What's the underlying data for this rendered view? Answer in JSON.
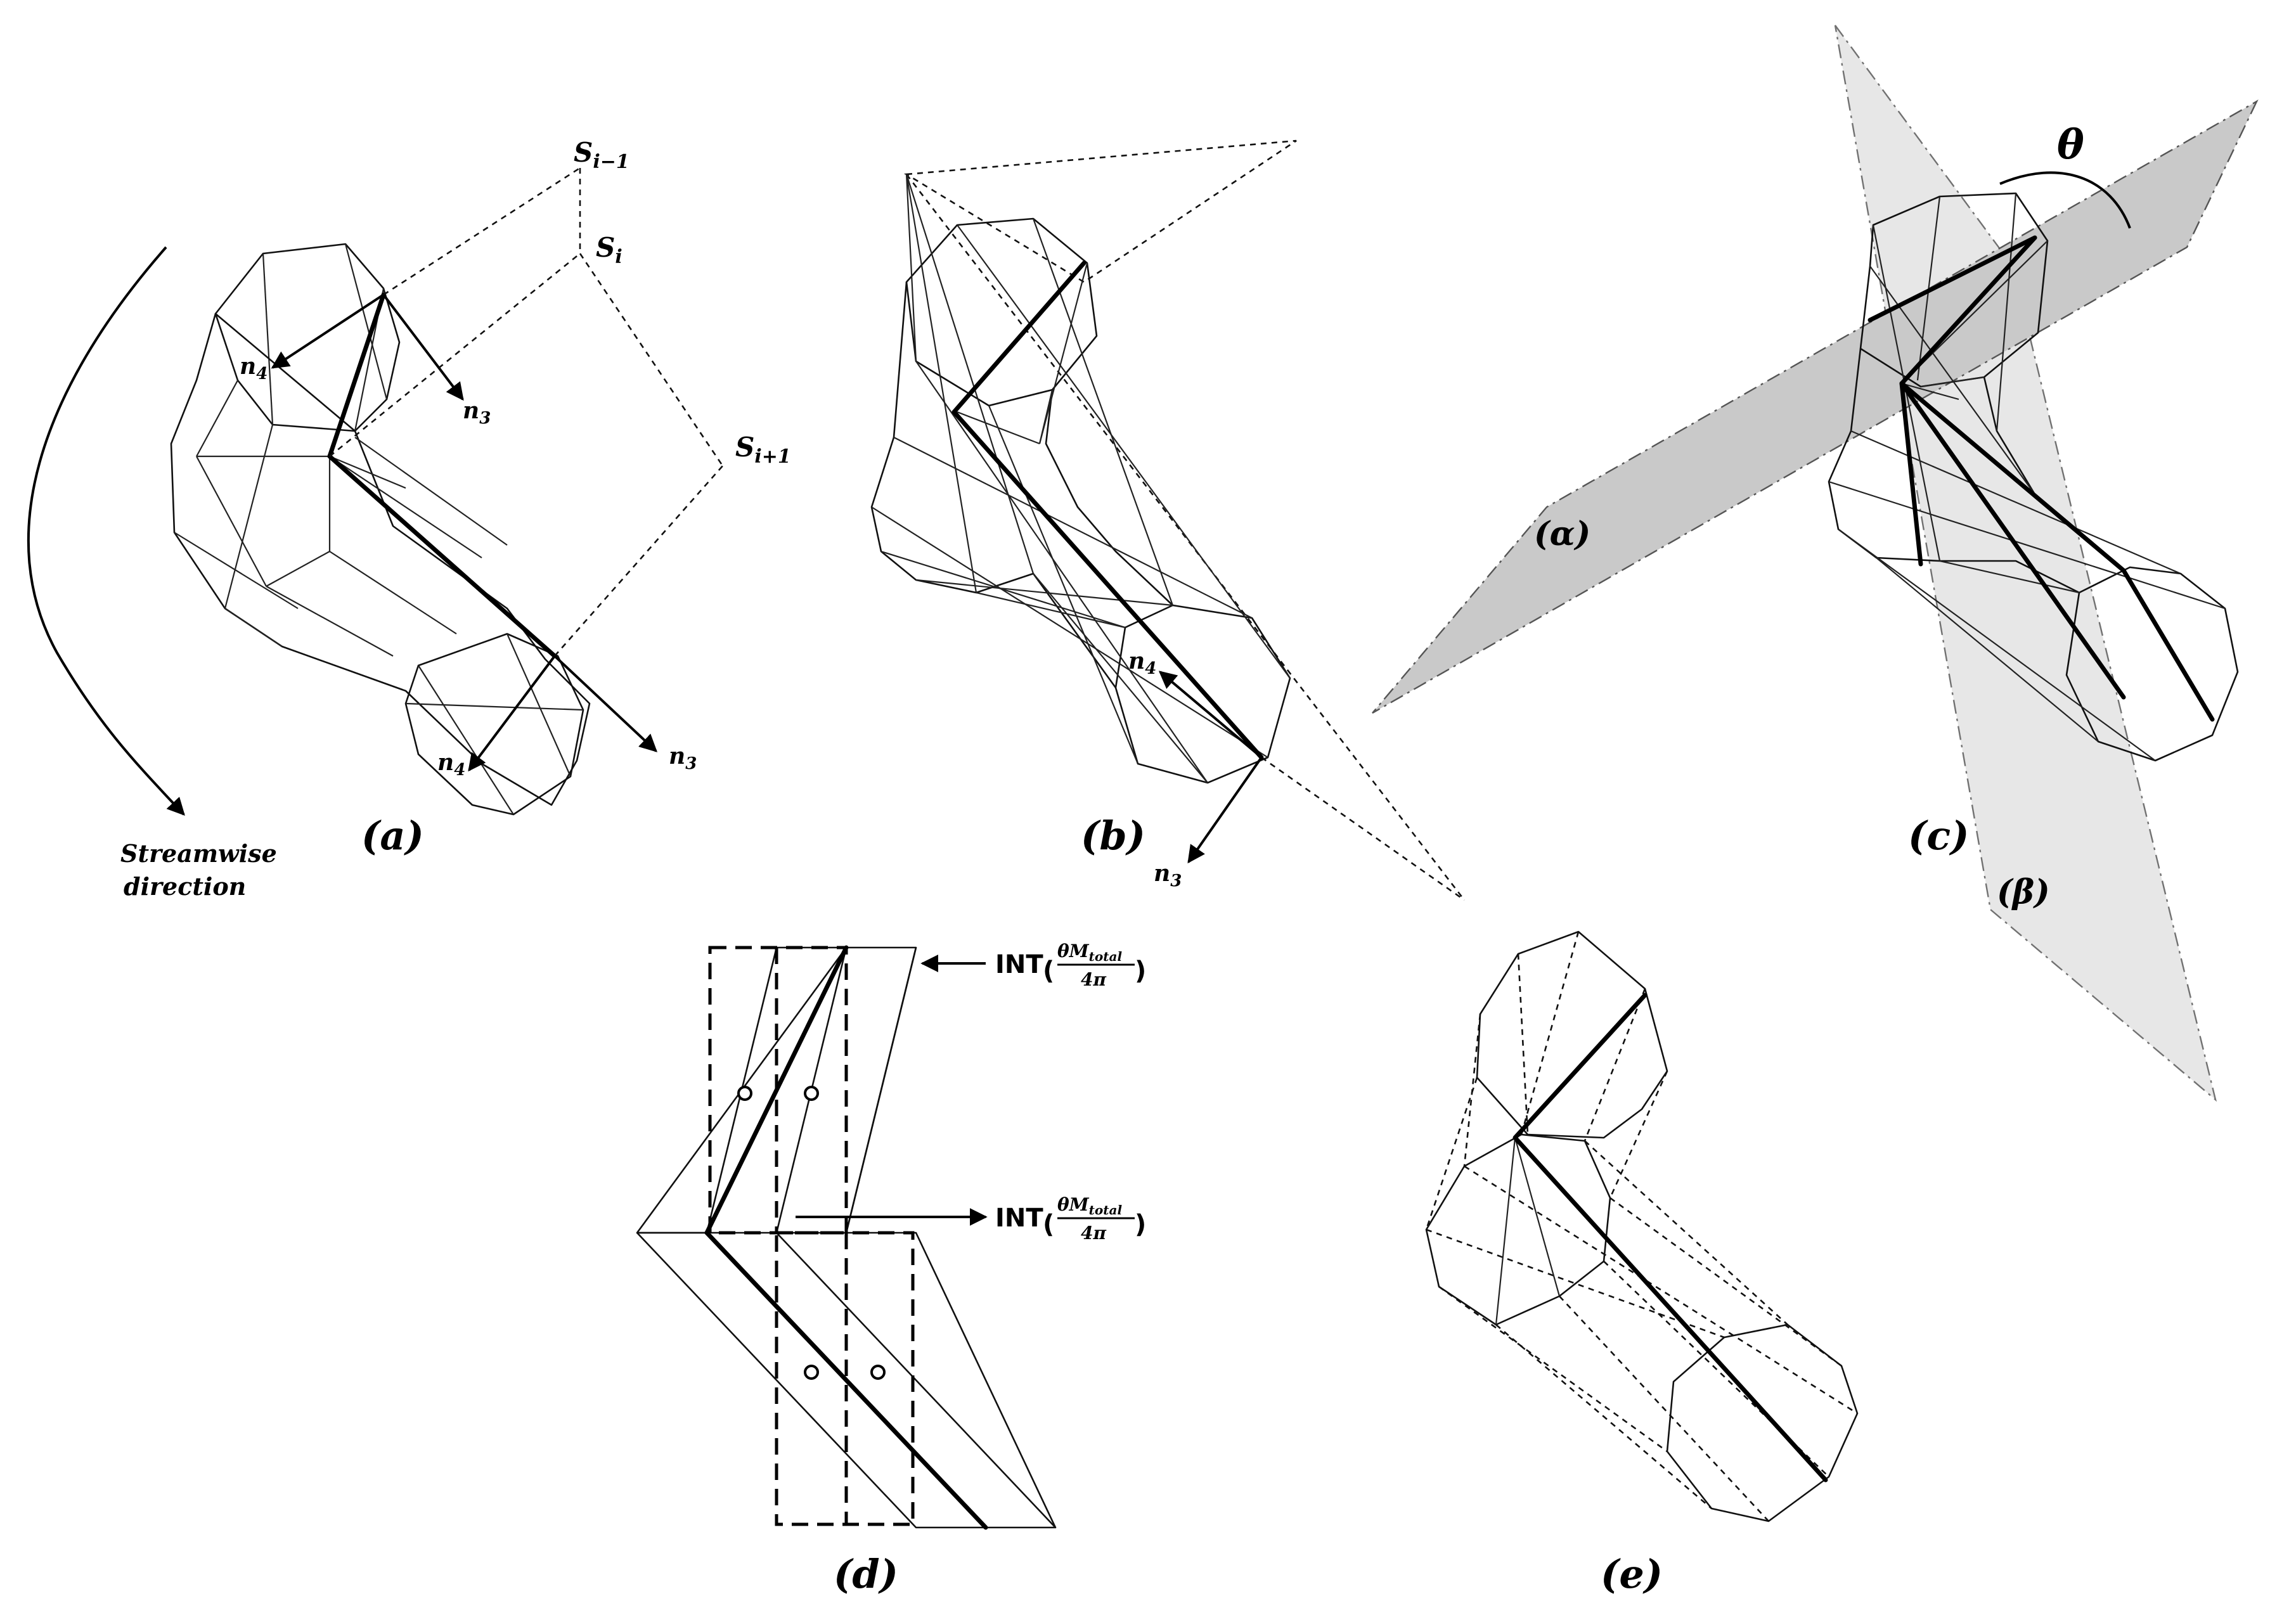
{
  "panels": {
    "a": "(a)",
    "b": "(b)",
    "c": "(c)",
    "d": "(d)",
    "e": "(e)"
  },
  "labels": {
    "s_prev": "S",
    "s_prev_sub": "i−1",
    "s_cur": "S",
    "s_cur_sub": "i",
    "s_next": "S",
    "s_next_sub": "i+1",
    "n3": "n",
    "n3_sub": "3",
    "n4": "n",
    "n4_sub": "4",
    "streamwise_line1": "Streamwise",
    "streamwise_line2": "direction",
    "theta": "θ",
    "alpha": "(α)",
    "beta": "(β)"
  },
  "formula": {
    "prefix": "INT",
    "numerator": "θM",
    "numerator_sub": "total",
    "denominator": "4π"
  }
}
